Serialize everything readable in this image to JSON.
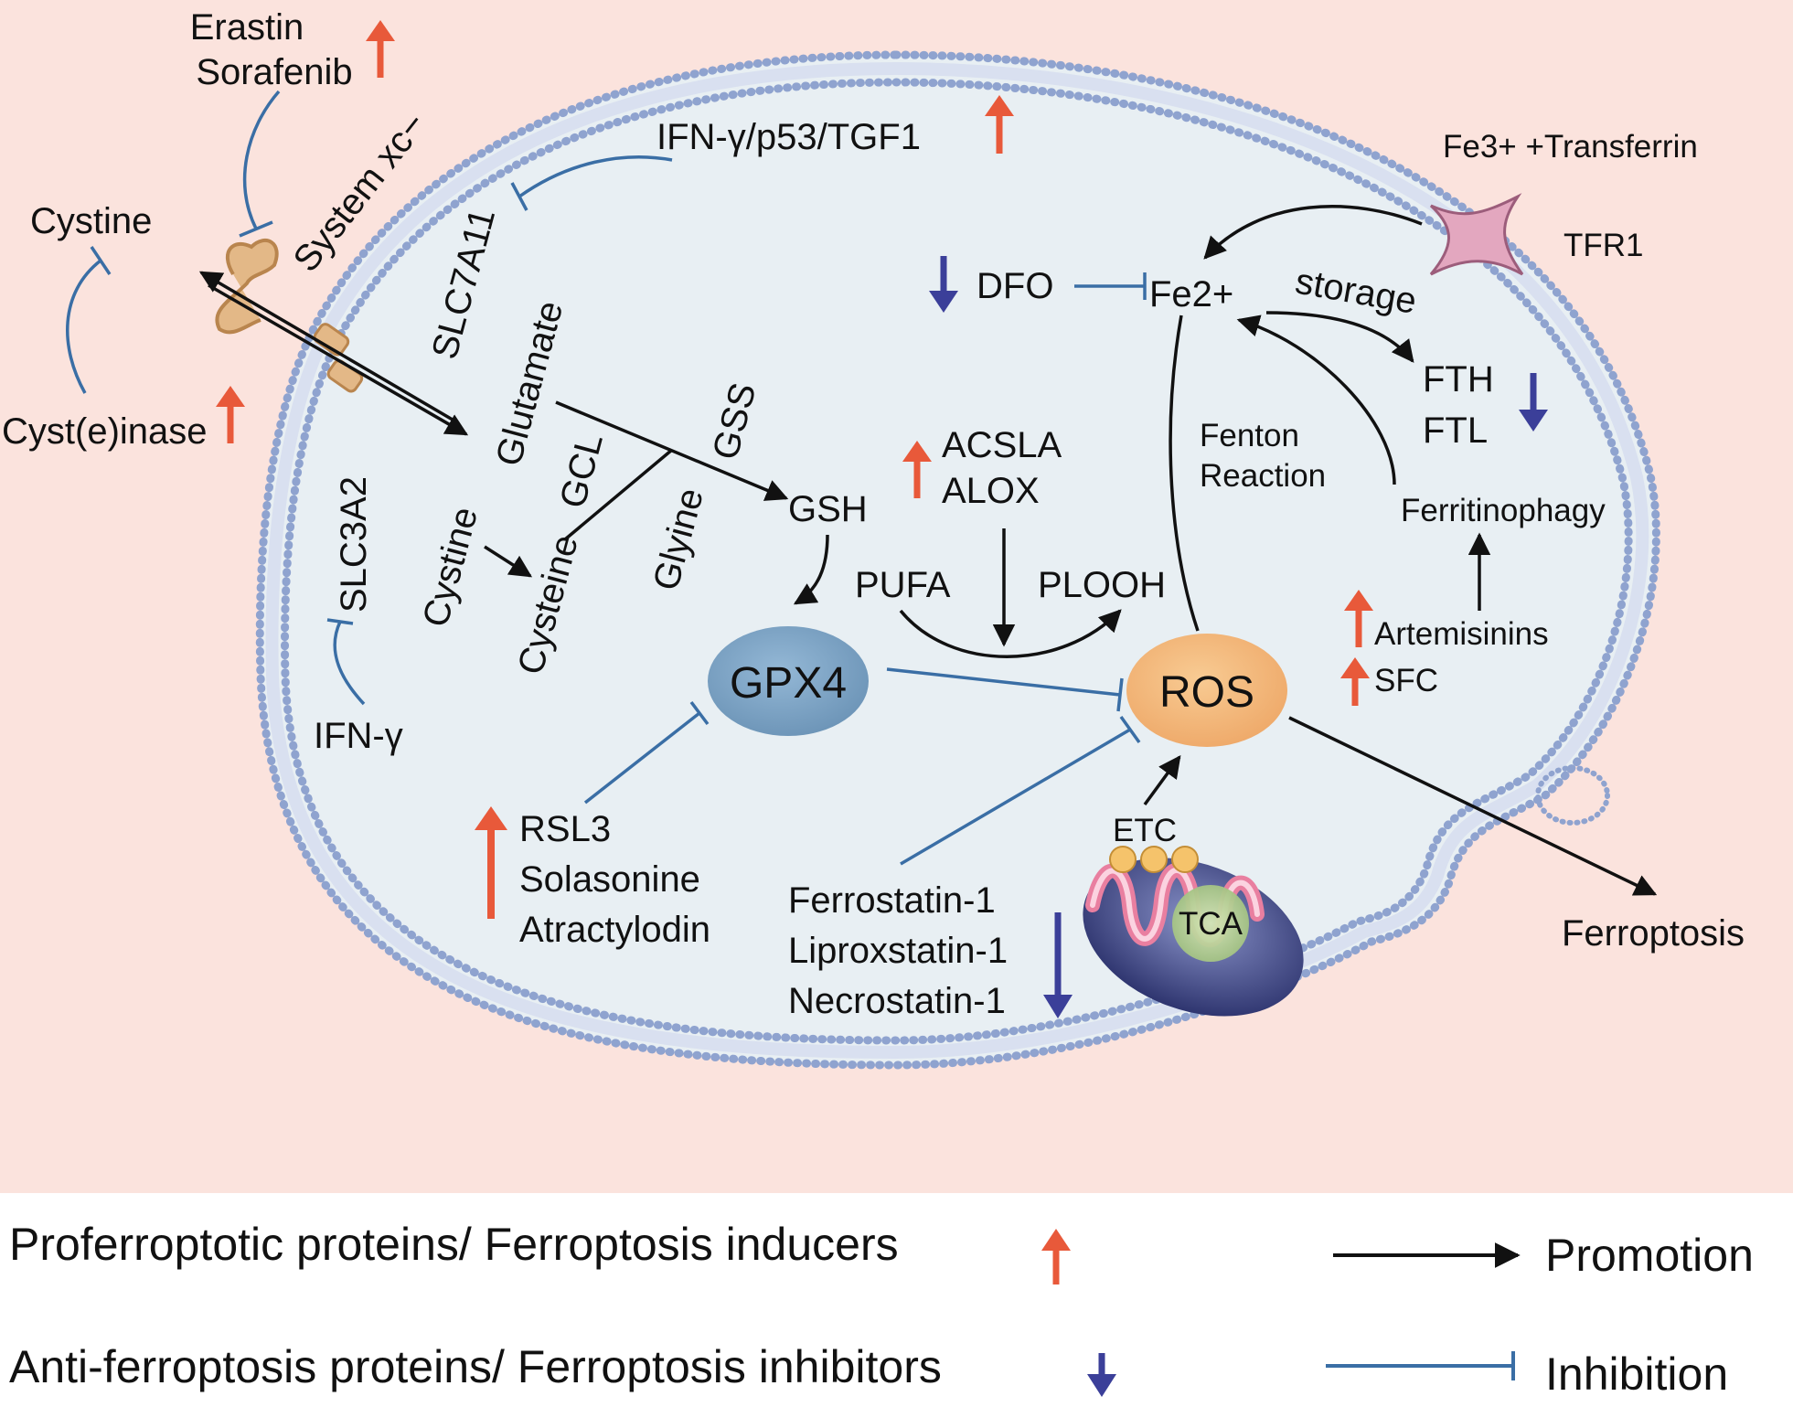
{
  "colors": {
    "background_outer": "#fbe3dd",
    "cell_interior": "#e8eff3",
    "membrane_bead": "#8fa3cf",
    "promotion_arrow": "#111111",
    "inhibition_line": "#3a6ea5",
    "up_arrow": "#e8593a",
    "down_arrow": "#3b3f99",
    "gpx4_fill": "#7da4c4",
    "ros_fill": "#f3b77a",
    "tfr1_fill": "#e3a7bf"
  },
  "diagram": {
    "inducers_top": [
      "Erastin",
      "Sorafenib"
    ],
    "system_xc": "System xc−",
    "slc7a11": "SLC7A11",
    "slc3a2": "SLC3A2",
    "cystine_outside": "Cystine",
    "cysteinase": "Cyst(e)inase",
    "ifn_gamma": "IFN-γ",
    "ifn_p53_tgf1": "IFN-γ/p53/TGF1",
    "glutamate": "Glutamate",
    "cystine_inside": "Cystine",
    "cysteine": "Cysteine",
    "gcl": "GCL",
    "glyine": "Glyine",
    "gss": "GSS",
    "gsh": "GSH",
    "gpx4": "GPX4",
    "rsl3_group": [
      "RSL3",
      "Solasonine",
      "Atractylodin"
    ],
    "acsla": "ACSLA",
    "alox": "ALOX",
    "pufa": "PUFA",
    "plooh": "PLOOH",
    "ros": "ROS",
    "etc": "ETC",
    "tca": "TCA",
    "ferrostatin_group": [
      "Ferrostatin-1",
      "Liproxstatin-1",
      "Necrostatin-1"
    ],
    "dfo": "DFO",
    "fe2": "Fe2+",
    "storage": "storage",
    "fe3_transferrin": "Fe3+ +Transferrin",
    "tfr1": "TFR1",
    "fth": "FTH",
    "ftl": "FTL",
    "fenton": [
      "Fenton",
      "Reaction"
    ],
    "ferritinophagy": "Ferritinophagy",
    "artemisinins": "Artemisinins",
    "sfc": "SFC",
    "ferroptosis": "Ferroptosis"
  },
  "legend": {
    "inducers": "Proferroptotic proteins/ Ferroptosis inducers",
    "inhibitors": "Anti-ferroptosis proteins/ Ferroptosis inhibitors",
    "promotion": "Promotion",
    "inhibition": "Inhibition"
  }
}
